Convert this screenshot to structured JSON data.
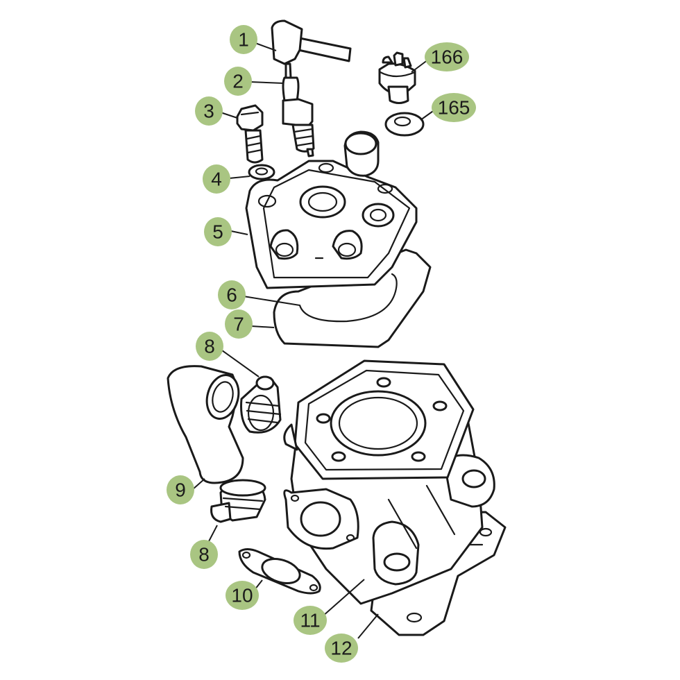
{
  "diagram": {
    "colors": {
      "callout": "#a9c582",
      "ink": "#1a1a1a",
      "background": "#ffffff"
    },
    "callouts": [
      {
        "id": "c1",
        "label": "1"
      },
      {
        "id": "c2",
        "label": "2"
      },
      {
        "id": "c3",
        "label": "3"
      },
      {
        "id": "c4",
        "label": "4"
      },
      {
        "id": "c5",
        "label": "5"
      },
      {
        "id": "c6",
        "label": "6"
      },
      {
        "id": "c7",
        "label": "7"
      },
      {
        "id": "c8a",
        "label": "8"
      },
      {
        "id": "c9",
        "label": "9"
      },
      {
        "id": "c8b",
        "label": "8"
      },
      {
        "id": "c10",
        "label": "10"
      },
      {
        "id": "c11",
        "label": "11"
      },
      {
        "id": "c12",
        "label": "12"
      },
      {
        "id": "c165",
        "label": "165"
      },
      {
        "id": "c166",
        "label": "166"
      }
    ]
  }
}
